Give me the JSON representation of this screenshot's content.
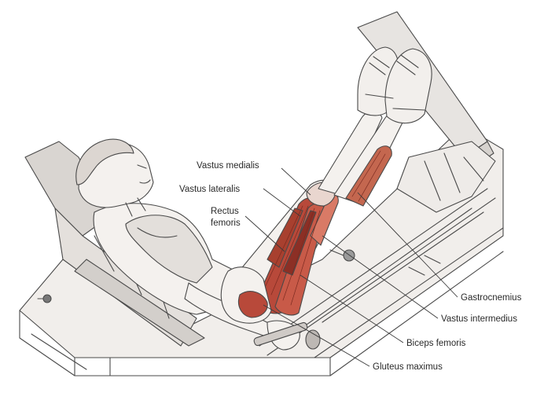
{
  "colors": {
    "muscle": "#b8493a",
    "muscle_dark": "#8c2f25",
    "muscle_light": "#d97a66",
    "line": "#4a4a4a",
    "machine": "#e9e6e3",
    "skin": "#f4f1ee",
    "pad": "#cfcac6"
  },
  "labels": {
    "vastus_medialis": "Vastus medialis",
    "vastus_lateralis": "Vastus lateralis",
    "rectus_femoris_1": "Rectus",
    "rectus_femoris_2": "femoris",
    "gastrocnemius": "Gastrocnemius",
    "vastus_intermedius": "Vastus intermedius",
    "biceps_femoris": "Biceps femoris",
    "gluteus_maximus": "Gluteus maximus"
  }
}
